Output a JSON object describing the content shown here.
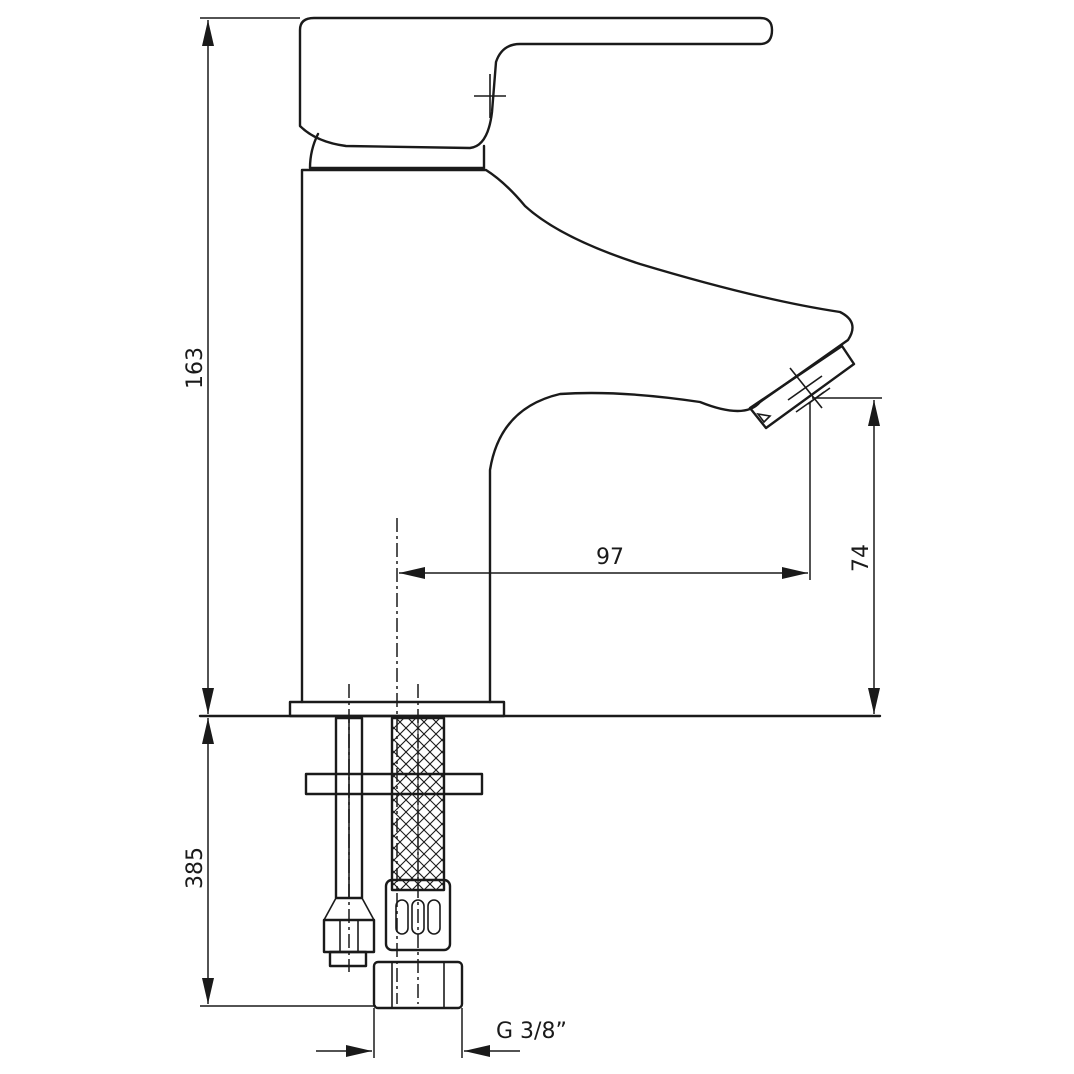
{
  "dimensions": {
    "total_height": "163",
    "below_deck": "385",
    "spout_reach": "97",
    "spout_height": "74",
    "thread": "G 3/8”"
  }
}
